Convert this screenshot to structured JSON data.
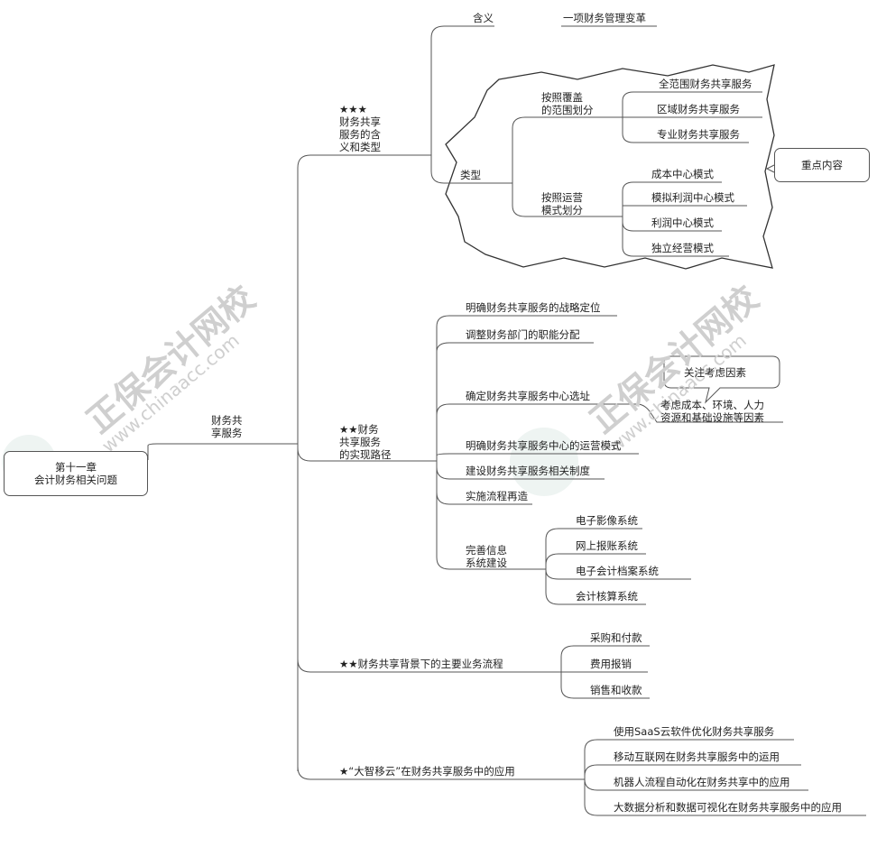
{
  "root": {
    "label": "第十一章\n会计财务相关问题"
  },
  "level1": {
    "label": "财务共\n享服务"
  },
  "watermark": {
    "text": "正保会计网校",
    "url": "www.chinaacc.com"
  },
  "callout": {
    "label": "重点内容"
  },
  "branches": {
    "meaning_types": {
      "label": "★★★\n财务共享\n服务的含\n义和类型",
      "meaning": {
        "label": "含义",
        "value": "一项财务管理变革"
      },
      "types": {
        "label": "类型",
        "by_scope": {
          "label": "按照覆盖\n的范围划分",
          "items": [
            "全范围财务共享服务",
            "区域财务共享服务",
            "专业财务共享服务"
          ]
        },
        "by_operation": {
          "label": "按照运营\n模式划分",
          "items": [
            "成本中心模式",
            "模拟利润中心模式",
            "利润中心模式",
            "独立经营模式"
          ]
        }
      }
    },
    "path": {
      "label": "★★财务\n共享服务\n的实现路径",
      "items": [
        "明确财务共享服务的战略定位",
        "调整财务部门的职能分配",
        "确定财务共享服务中心选址",
        "明确财务共享服务中心的运营模式",
        "建设财务共享服务相关制度",
        "实施流程再造"
      ],
      "site_note": {
        "bubble": "关注考虑因素",
        "text": "考虑成本、环境、人力\n资源和基础设施等因素"
      },
      "info_system": {
        "label": "完善信息\n系统建设",
        "items": [
          "电子影像系统",
          "网上报账系统",
          "电子会计档案系统",
          "会计核算系统"
        ]
      }
    },
    "processes": {
      "label": "★★财务共享背景下的主要业务流程",
      "items": [
        "采购和付款",
        "费用报销",
        "销售和收款"
      ]
    },
    "tech": {
      "label": "★“大智移云”在财务共享服务中的应用",
      "items": [
        "使用SaaS云软件优化财务共享服务",
        "移动互联网在财务共享服务中的运用",
        "机器人流程自动化在财务共享中的应用",
        "大数据分析和数据可视化在财务共享服务中的应用"
      ]
    }
  }
}
